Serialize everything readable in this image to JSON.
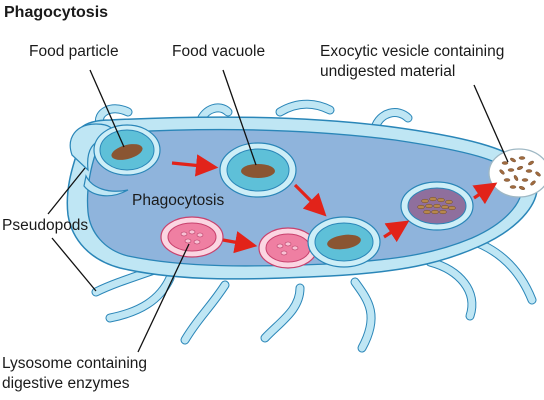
{
  "title": "Phagocytosis",
  "labels": {
    "food_particle": "Food particle",
    "food_vacuole": "Food vacuole",
    "exocytic_line1": "Exocytic vesicle containing",
    "exocytic_line2": "undigested material",
    "process": "Phagocytosis",
    "pseudopods": "Pseudopods",
    "lysosome_line1": "Lysosome containing",
    "lysosome_line2": "digestive enzymes"
  },
  "colors": {
    "cytoplasm": "#8fb4dc",
    "membrane_outer": "#bfe6f4",
    "membrane_stroke": "#2a86b8",
    "vacuole_fill": "#5ec0d8",
    "vacuole_ring": "#cdeef7",
    "food": "#8a5532",
    "lysosome_fill": "#ef7fa2",
    "lysosome_ring": "#fbd6e2",
    "digesting": "#8f6f9d",
    "arrow": "#e2231a",
    "leader": "#111111"
  }
}
